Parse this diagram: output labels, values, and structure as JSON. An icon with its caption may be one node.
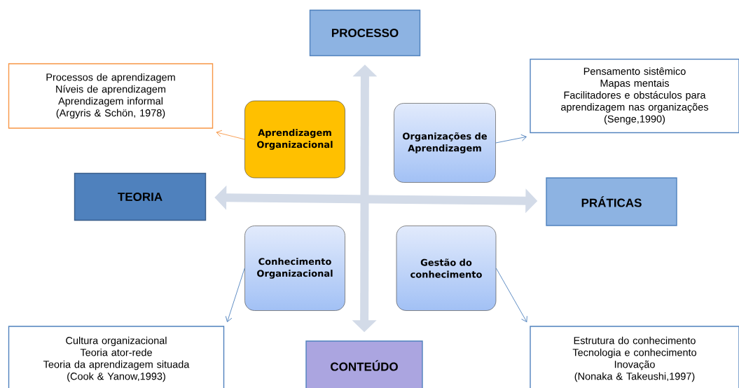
{
  "diagram": {
    "nodes": [
      {
        "text": [
          "PROCESSO"
        ]
      },
      {
        "text": [
          "Processos de aprendizagem",
          "Níveis de aprendizagem",
          "Aprendizagem informal",
          "(Argyris & Schön, 1978)"
        ]
      },
      {
        "text": [
          "Pensamento sistêmico",
          "Mapas mentais",
          "Facilitadores e obstáculos para aprendizagem nas organizações",
          "(Senge,1990)"
        ]
      },
      {
        "text": [
          "Aprendizagem Organizacional"
        ]
      },
      {
        "text": [
          "Organizações de Aprendizagem"
        ]
      },
      {
        "text": [
          "TEORIA"
        ]
      },
      {
        "text": [
          "PRÁTICAS"
        ]
      },
      {
        "text": [
          "Conhecimento Organizacional"
        ]
      },
      {
        "text": [
          "Gestão do conhecimento"
        ]
      },
      {
        "text": [
          "Cultura organizacional",
          "Teoria ator-rede",
          "Teoria da aprendizagem situada",
          "(Cook & Yanow,1993)"
        ]
      },
      {
        "text": [
          "CONTEÚDO"
        ]
      },
      {
        "text": [
          "Estrutura do conhecimento",
          "Tecnologia e conhecimento",
          "Inovação",
          "(Nonaka & Takeushi,1997)"
        ]
      }
    ],
    "edges": [
      {
        "from": 10,
        "to": 0,
        "arrow": "both",
        "style": "thick",
        "color": "#d3dbe8"
      },
      {
        "from": 5,
        "to": 6,
        "arrow": "both",
        "style": "thick",
        "color": "#d3dbe8"
      },
      {
        "from": 3,
        "to": 1,
        "arrow": "to",
        "color": "#f79646"
      },
      {
        "from": 4,
        "to": 2,
        "arrow": "to"
      },
      {
        "from": 7,
        "to": 9,
        "arrow": "to"
      },
      {
        "from": 8,
        "to": 11,
        "arrow": "to"
      }
    ]
  }
}
